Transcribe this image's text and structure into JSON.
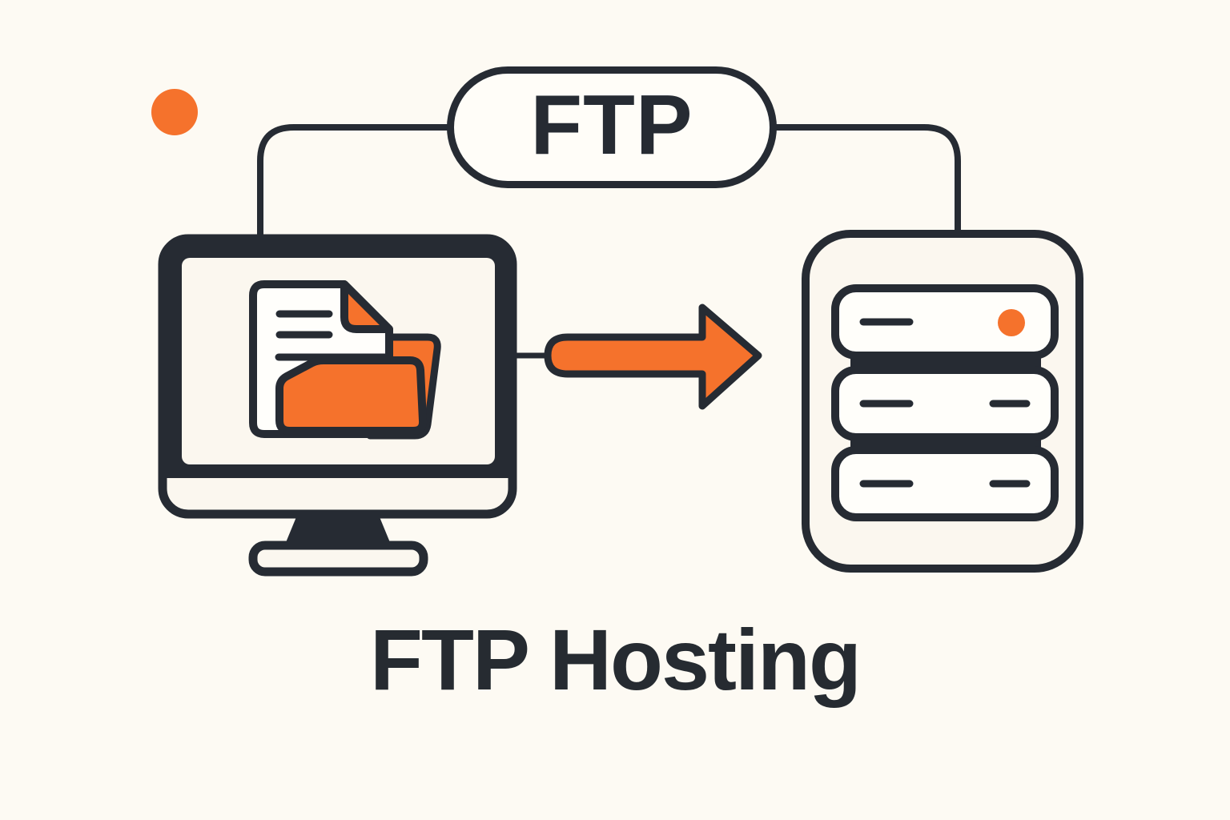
{
  "badge": {
    "label": "FTP"
  },
  "title": {
    "text": "FTP Hosting"
  },
  "colors": {
    "background": "#FDFAF3",
    "ink": "#262B33",
    "orange": "#F5722C",
    "surface": "#FBF7EF",
    "card_white": "#FFFEFA",
    "shadow": "#E8E4DC"
  },
  "diagram": {
    "nodes": [
      {
        "id": "client-computer",
        "icon": "monitor-with-document-and-folder-icon"
      },
      {
        "id": "ftp-protocol-badge",
        "label": "FTP"
      },
      {
        "id": "hosting-server",
        "icon": "server-rack-icon",
        "indicator": "orange-status-dot"
      }
    ],
    "connections": [
      {
        "from": "ftp-protocol-badge",
        "to": "client-computer",
        "style": "elbow-line"
      },
      {
        "from": "ftp-protocol-badge",
        "to": "hosting-server",
        "style": "elbow-line"
      },
      {
        "from": "client-computer",
        "to": "hosting-server",
        "style": "orange-arrow-right"
      }
    ],
    "decorations": [
      {
        "id": "accent-dot-top-left",
        "color": "#F5722C"
      }
    ]
  }
}
